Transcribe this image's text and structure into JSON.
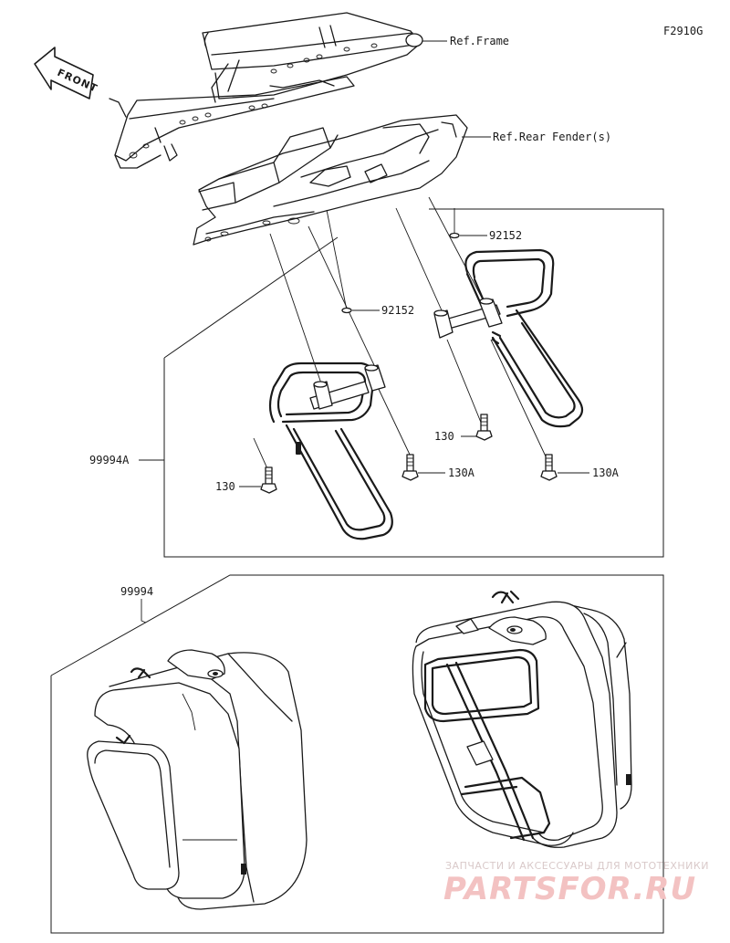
{
  "diagram_code": "F2910G",
  "front_marker": "FRONT",
  "labels": {
    "ref_frame": "Ref.Frame",
    "ref_rear_fender": "Ref.Rear Fender(s)",
    "washer_right": "92152",
    "washer_left": "92152",
    "bolt_130_right": "130",
    "bolt_130a_center": "130A",
    "bolt_130a_right": "130A",
    "bolt_130_left": "130",
    "bracket_assy": "99994A",
    "case_assy": "99994"
  },
  "watermark": {
    "line1": "ЗАПЧАСТИ И АКСЕССУАРЫ ДЛЯ МОТОТЕХНИКИ",
    "line2": "PARTSFOR.RU"
  }
}
